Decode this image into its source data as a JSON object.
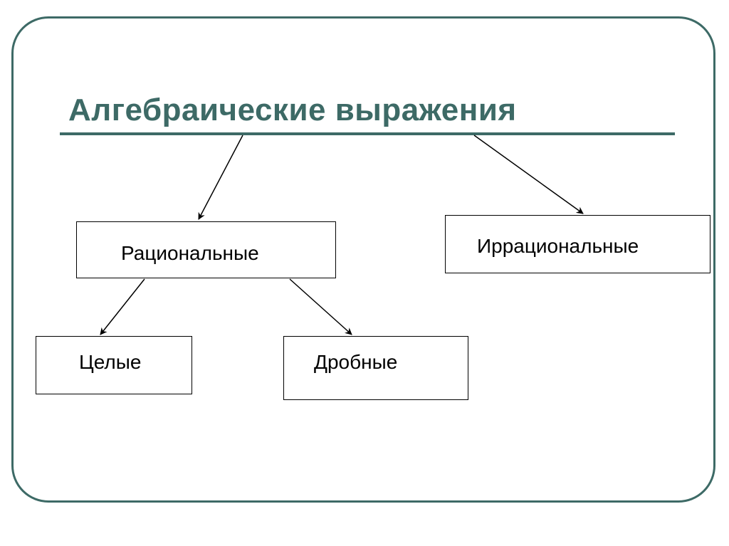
{
  "title": "Алгебраические выражения",
  "nodes": {
    "rational": "Рациональные",
    "irrational": "Иррациональные",
    "whole": "Целые",
    "fractional": "Дробные"
  },
  "colors": {
    "accent": "#3d6a66",
    "line": "#000000",
    "background": "#ffffff"
  }
}
